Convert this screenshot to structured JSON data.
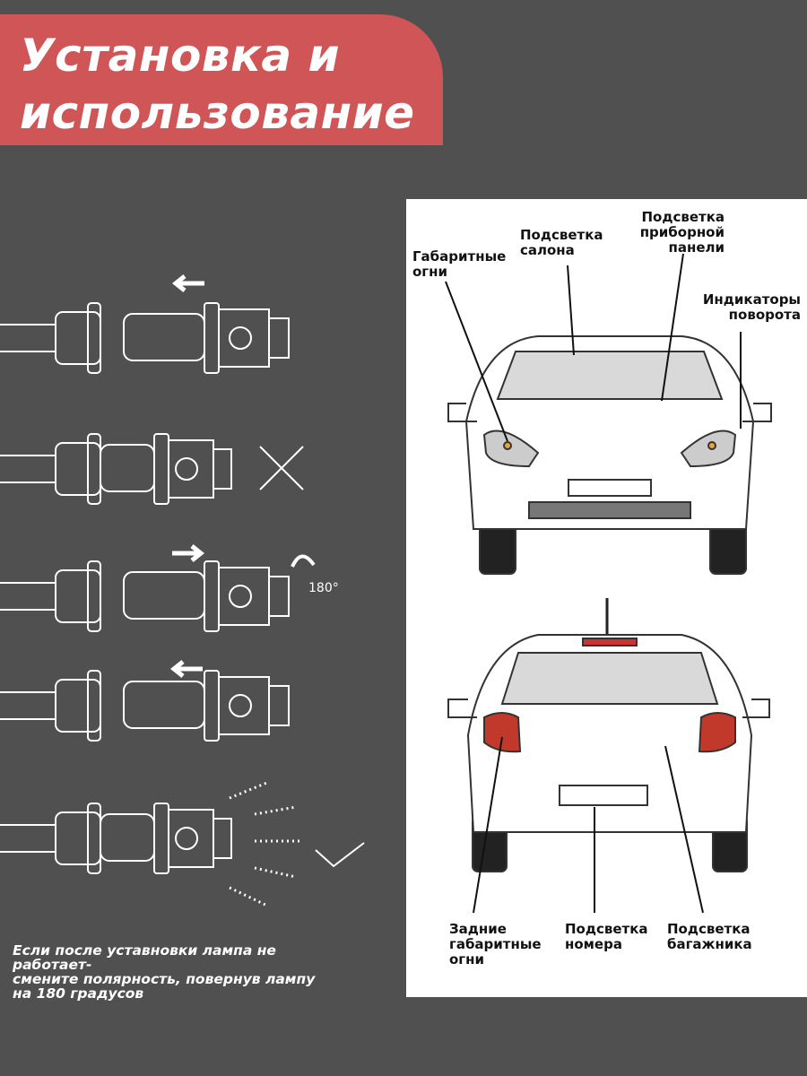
{
  "header": {
    "title_line1": "Установка и",
    "title_line2": "использование"
  },
  "labels": {
    "marker_lights": "Габаритные огни",
    "cabin_light": "Подсветка салона",
    "dashboard_light": "Подсветка приборной панели",
    "turn_indicators": "Индикаторы поворота",
    "rear_marker_lights": "Задние габаритные огни",
    "plate_light": "Подсветка номера",
    "trunk_light": "Подсветка багажника"
  },
  "steps": {
    "rotate_label": "180°"
  },
  "note": {
    "line1": "Если после уставновки лампа не",
    "line2": "работает-",
    "line3": "смените полярность, повернув лампу",
    "line4": "на 180 градусов"
  },
  "colors": {
    "background": "#505050",
    "header": "#cf5556",
    "panel": "#ffffff"
  }
}
